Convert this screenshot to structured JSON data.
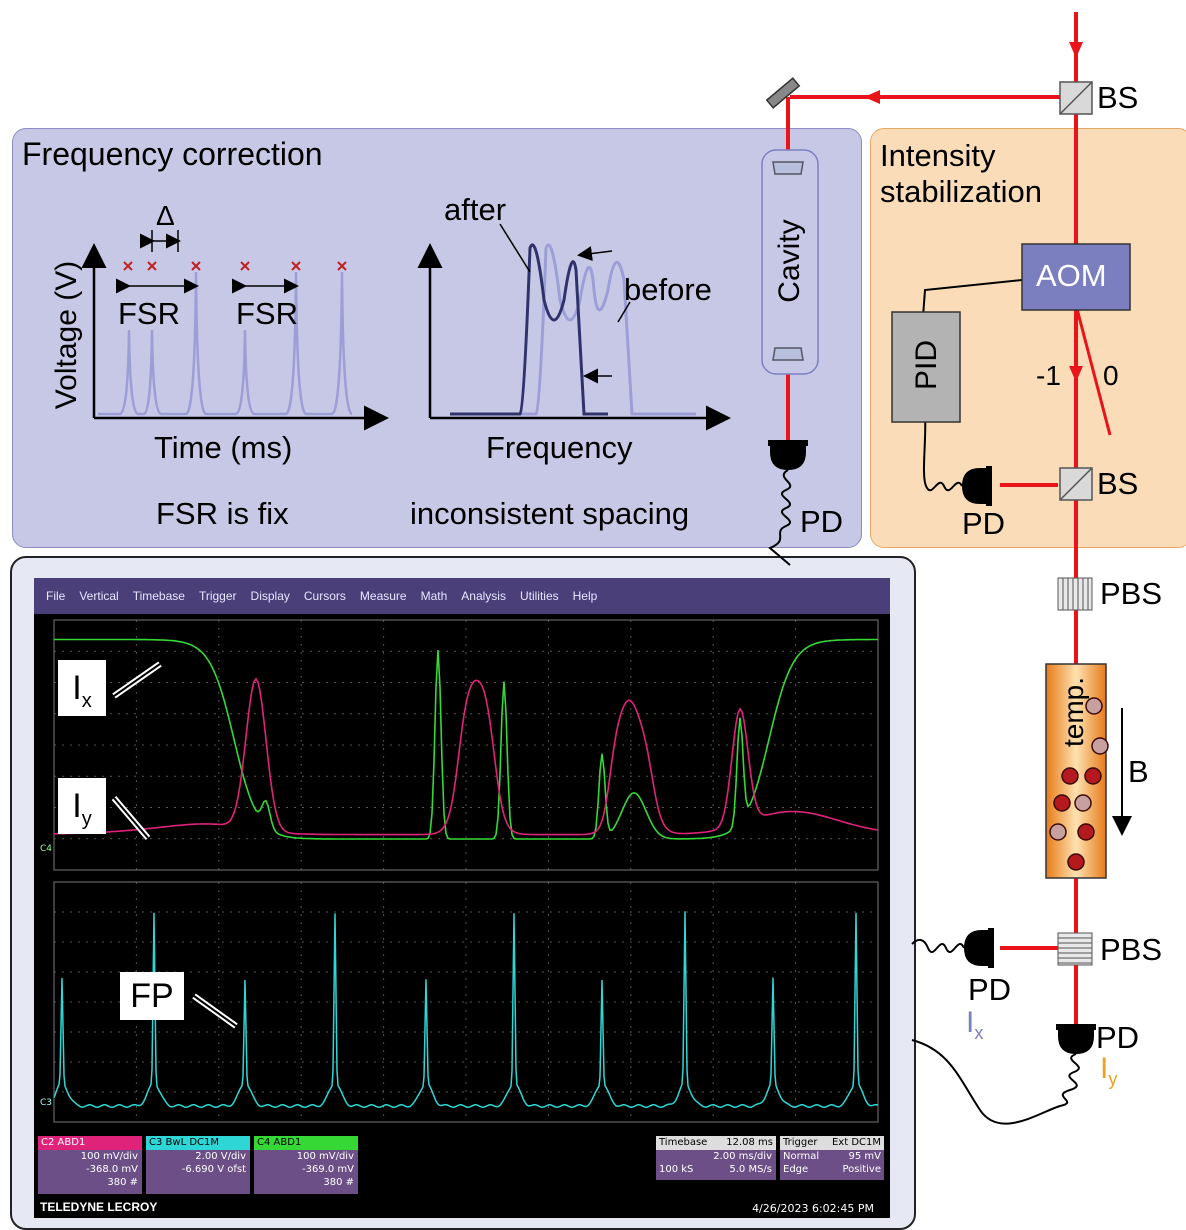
{
  "freq_panel": {
    "title": "Frequency correction",
    "left_ylabel": "Voltage (V)",
    "left_xlabel": "Time (ms)",
    "delta": "Δ",
    "fsr1": "FSR",
    "fsr2": "FSR",
    "left_caption": "FSR is fix",
    "right_xlabel": "Frequency",
    "after": "after",
    "before": "before",
    "right_caption": "inconsistent spacing"
  },
  "intensity_panel": {
    "title_line1": "Intensity",
    "title_line2": "stabilization",
    "aom": "AOM",
    "pid": "PID",
    "order_minus1": "-1",
    "order_0": "0",
    "pd": "PD"
  },
  "optics": {
    "bs_top": "BS",
    "bs_mid": "BS",
    "cavity": "Cavity",
    "pd_cavity": "PD",
    "pbs_top": "PBS",
    "pbs_bottom": "PBS",
    "temp": "temp.",
    "b_field": "B",
    "pd_x": "PD",
    "pd_y": "PD",
    "ix_main": "I",
    "ix_sub": "x",
    "iy_main": "I",
    "iy_sub": "y"
  },
  "scope": {
    "menu": [
      "File",
      "Vertical",
      "Timebase",
      "Trigger",
      "Display",
      "Cursors",
      "Measure",
      "Math",
      "Analysis",
      "Utilities",
      "Help"
    ],
    "trace_label_ix_main": "I",
    "trace_label_ix_sub": "x",
    "trace_label_iy_main": "I",
    "trace_label_iy_sub": "y",
    "trace_label_fp": "FP",
    "ch_marker_c4": "C4",
    "ch_marker_c3": "C3",
    "c2": {
      "name": "C2",
      "tags": [
        "A",
        "B",
        "D1"
      ],
      "scale": "100 mV/div",
      "offset": "-368.0 mV",
      "count": "380 #"
    },
    "c3": {
      "name": "C3",
      "tags": [
        "BwL",
        "DC1M"
      ],
      "scale": "2.00 V/div",
      "offset": "-6.690 V ofst"
    },
    "c4": {
      "name": "C4",
      "tags": [
        "A",
        "B",
        "D1"
      ],
      "scale": "100 mV/div",
      "offset": "-369.0 mV",
      "count": "380 #"
    },
    "timebase": {
      "label": "Timebase",
      "value": "12.08 ms",
      "div": "2.00 ms/div",
      "samples": "100 kS",
      "rate": "5.0 MS/s"
    },
    "trigger": {
      "label": "Trigger",
      "tags": [
        "Ext",
        "DC1M"
      ],
      "mode": "Normal",
      "level": "95 mV",
      "type": "Edge",
      "slope": "Positive"
    },
    "brand": "TELEDYNE LECROY",
    "timestamp": "4/26/2023 6:02:45 PM"
  },
  "colors": {
    "beam": "#e8141a",
    "freq_panel_bg": "#c7c8e6",
    "intensity_panel_bg": "#fbdcb8",
    "aom": "#7b7fc0",
    "scope_bg": "#000000",
    "scope_menu": "#4b3f7a",
    "trace_green": "#35d835",
    "trace_magenta": "#e0237a",
    "trace_cyan": "#2fd6d6"
  }
}
